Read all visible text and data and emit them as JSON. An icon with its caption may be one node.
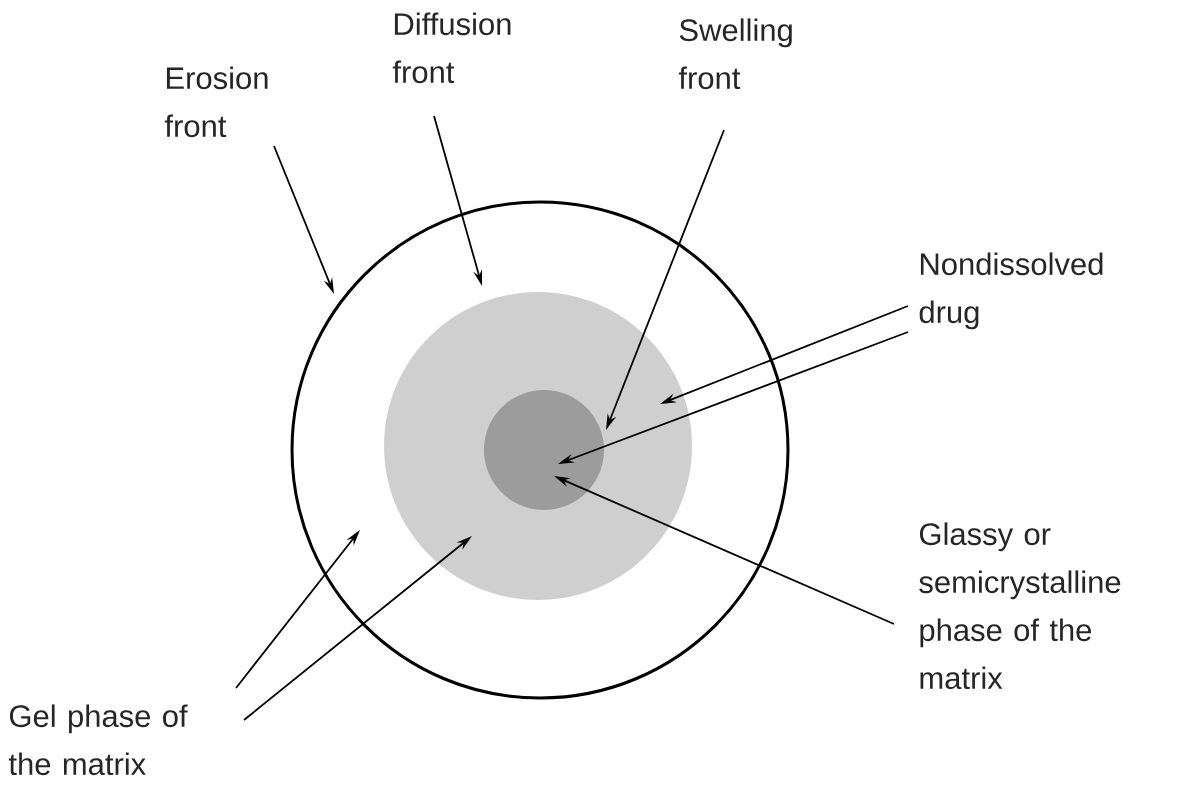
{
  "diagram": {
    "nodes": [
      {
        "text": [],
        "shape": "circle"
      },
      {
        "text": [],
        "shape": "circle",
        "in": 0
      },
      {
        "text": [],
        "shape": "circle",
        "in": 1
      },
      {
        "text": [
          "Erosion front"
        ]
      },
      {
        "text": [
          "Diffusion front"
        ]
      },
      {
        "text": [
          "Swelling front"
        ]
      },
      {
        "text": [
          "Nondissolved drug"
        ]
      },
      {
        "text": [
          "Glassy or semicrystalline phase of the matrix"
        ]
      },
      {
        "text": [
          "Gel phase of the matrix"
        ]
      }
    ],
    "edges": [
      {
        "from": 3,
        "to": 0,
        "arrow": "to"
      },
      {
        "from": 4,
        "to": 1,
        "arrow": "to"
      },
      {
        "from": 5,
        "to": 2,
        "arrow": "to"
      },
      {
        "from": 6,
        "to": 1,
        "arrow": "to"
      },
      {
        "from": 6,
        "to": 2,
        "arrow": "to"
      },
      {
        "from": 7,
        "to": 2,
        "arrow": "to"
      },
      {
        "from": 8,
        "to": 0,
        "arrow": "to"
      },
      {
        "from": 8,
        "to": 1,
        "arrow": "to"
      }
    ]
  }
}
